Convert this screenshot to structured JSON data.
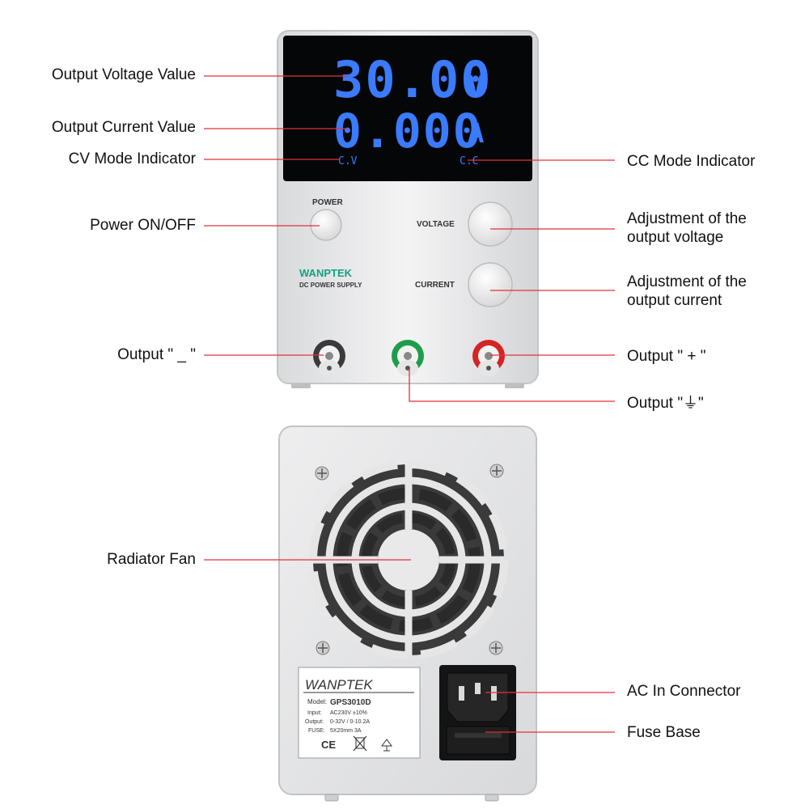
{
  "front_panel": {
    "voltage_reading": "30.00",
    "voltage_unit": "V",
    "current_reading": "0.000",
    "current_unit": "A",
    "cv_indicator": "C.V",
    "cc_indicator": "C.C",
    "power_label": "POWER",
    "voltage_knob_label": "VOLTAGE",
    "current_knob_label": "CURRENT",
    "brand": "WANPTEK",
    "subtitle": "DC POWER SUPPLY"
  },
  "rear_panel": {
    "plate_brand": "WANPTEK",
    "model_label": "Model:",
    "model_value": "GPS3010D",
    "input_label": "Input:",
    "input_value": "AC230V ±10%",
    "output_label": "Output:",
    "output_value": "0-32V / 0-10.2A",
    "fuse_label": "FUSE:",
    "fuse_value": "5X20mm 3A",
    "cert_ce": "CE"
  },
  "callouts": {
    "output_voltage_value": "Output Voltage Value",
    "output_current_value": "Output Current Value",
    "cv_mode_indicator": "CV Mode Indicator",
    "cc_mode_indicator": "CC Mode Indicator",
    "power_on_off": "Power ON/OFF",
    "adjust_voltage_line1": "Adjustment of the",
    "adjust_voltage_line2": "output voltage",
    "adjust_current_line1": "Adjustment of the",
    "adjust_current_line2": "output current",
    "output_negative": "Output \" _ \"",
    "output_positive": "Output \" + \"",
    "output_ground": "Output \"⏚\"",
    "radiator_fan": "Radiator Fan",
    "ac_in_connector": "AC In Connector",
    "fuse_base": "Fuse Base"
  },
  "colors": {
    "leader_line": "#e0333a",
    "lcd_text": "#3a7bff",
    "brand_text": "#16a085",
    "negative_terminal": "#3a3a3a",
    "ground_terminal": "#1f9d4a",
    "positive_terminal": "#d42424"
  }
}
